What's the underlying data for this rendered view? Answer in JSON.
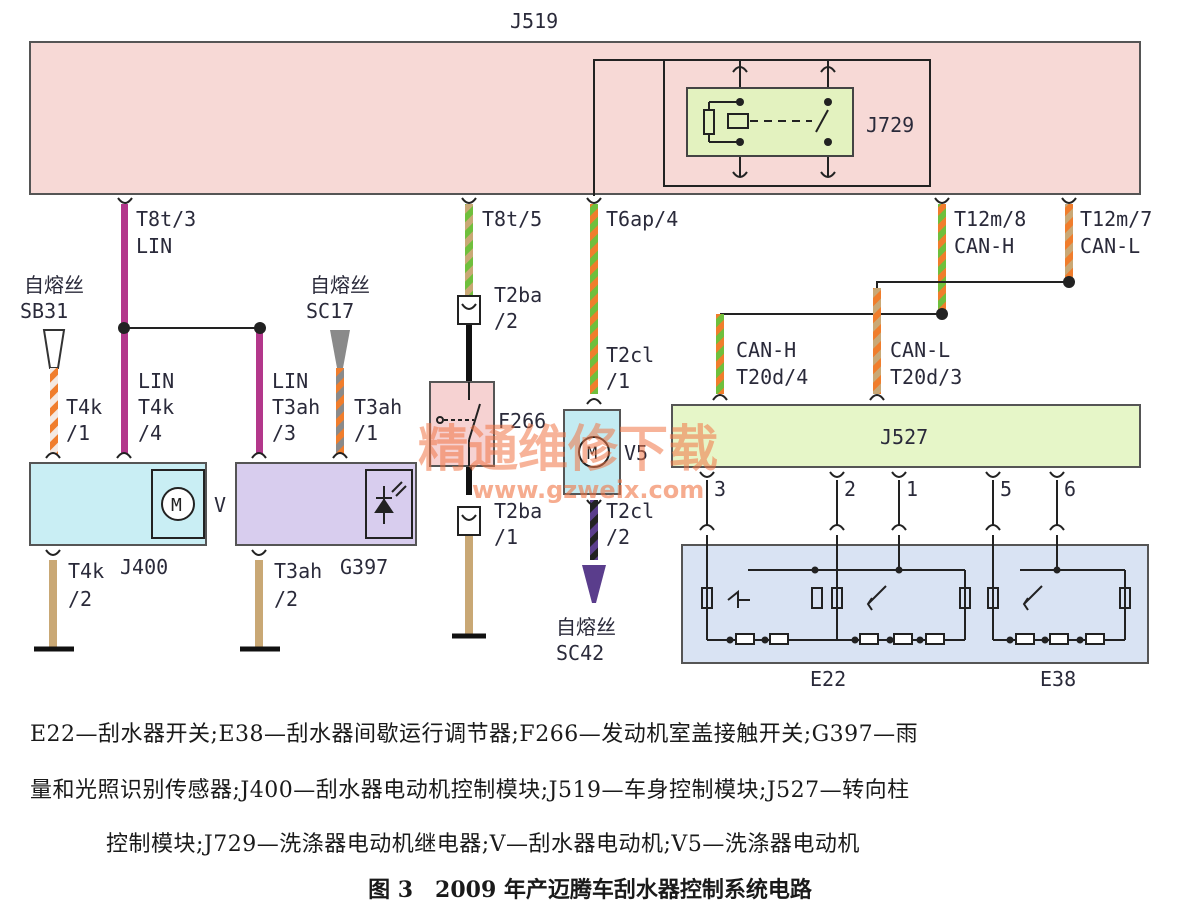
{
  "modules": {
    "j519": "J519",
    "j729": "J729",
    "j527": "J527",
    "j400": "J400",
    "g397": "G397",
    "v": "V",
    "e266": "F266",
    "v5": "V5",
    "e22": "E22",
    "e38": "E38"
  },
  "pins": {
    "t8t3": "T8t/3",
    "lin_top": "LIN",
    "t8t5": "T8t/5",
    "t6ap4": "T6ap/4",
    "t12m8": "T12m/8",
    "canh_top": "CAN-H",
    "t12m7": "T12m/7",
    "canl_top": "CAN-L",
    "t2ba_a": "T2ba",
    "slash2_a": "/2",
    "t2cl_a": "T2cl",
    "slash1_a": "/1",
    "canh_mid": "CAN-H",
    "t20d4": "T20d/4",
    "canl_mid": "CAN-L",
    "t20d3": "T20d/3",
    "lin_left": "LIN",
    "t4k_a": "T4k",
    "slash4": "/4",
    "lin_mid": "LIN",
    "t3ah_a": "T3ah",
    "slash3": "/3",
    "t4k_b": "T4k",
    "slash1_b": "/1",
    "t3ah_b": "T3ah",
    "slash1_c": "/1",
    "t4k_c": "T4k",
    "slash2_b": "/2",
    "t3ah_c": "T3ah",
    "slash2_c": "/2",
    "t2ba_b": "T2ba",
    "slash1_d": "/1",
    "t2cl_b": "T2cl",
    "slash2_d": "/2",
    "p3": "3",
    "p2": "2",
    "p1": "1",
    "p5": "5",
    "p6": "6"
  },
  "fuses": {
    "sb31_title": "自熔丝",
    "sb31": "SB31",
    "sc17_title": "自熔丝",
    "sc17": "SC17",
    "sc42_title": "自熔丝",
    "sc42": "SC42"
  },
  "watermark": {
    "cn": "精通维修下载",
    "url": "www.gzweix.com"
  },
  "legend": {
    "line1": "E22—刮水器开关;E38—刮水器间歇运行调节器;F266—发动机室盖接触开关;G397—雨",
    "line2": "量和光照识别传感器;J400—刮水器电动机控制模块;J519—车身控制模块;J527—转向柱",
    "line3": "控制模块;J729—洗涤器电动机继电器;V—刮水器电动机;V5—洗涤器电动机"
  },
  "caption": "图 3　2009 年产迈腾车刮水器控制系统电路",
  "colors": {
    "j519_fill": "#f7d9d6",
    "j729_fill": "#e3f2bf",
    "j527_fill": "#e6f6c8",
    "j400_fill": "#c9eef4",
    "g397_fill": "#d8cdee",
    "e266_fill": "#f6d2d2",
    "v5_fill": "#c3ebf2",
    "bottom_fill": "#d9e3f3",
    "lin_wire": "#b3378b",
    "green_wire": "#6fbf3c",
    "orange_wire": "#f07d2c",
    "tan_wire": "#c9a875",
    "purple_wire": "#5a3d8c",
    "watermark": "#f07545"
  }
}
